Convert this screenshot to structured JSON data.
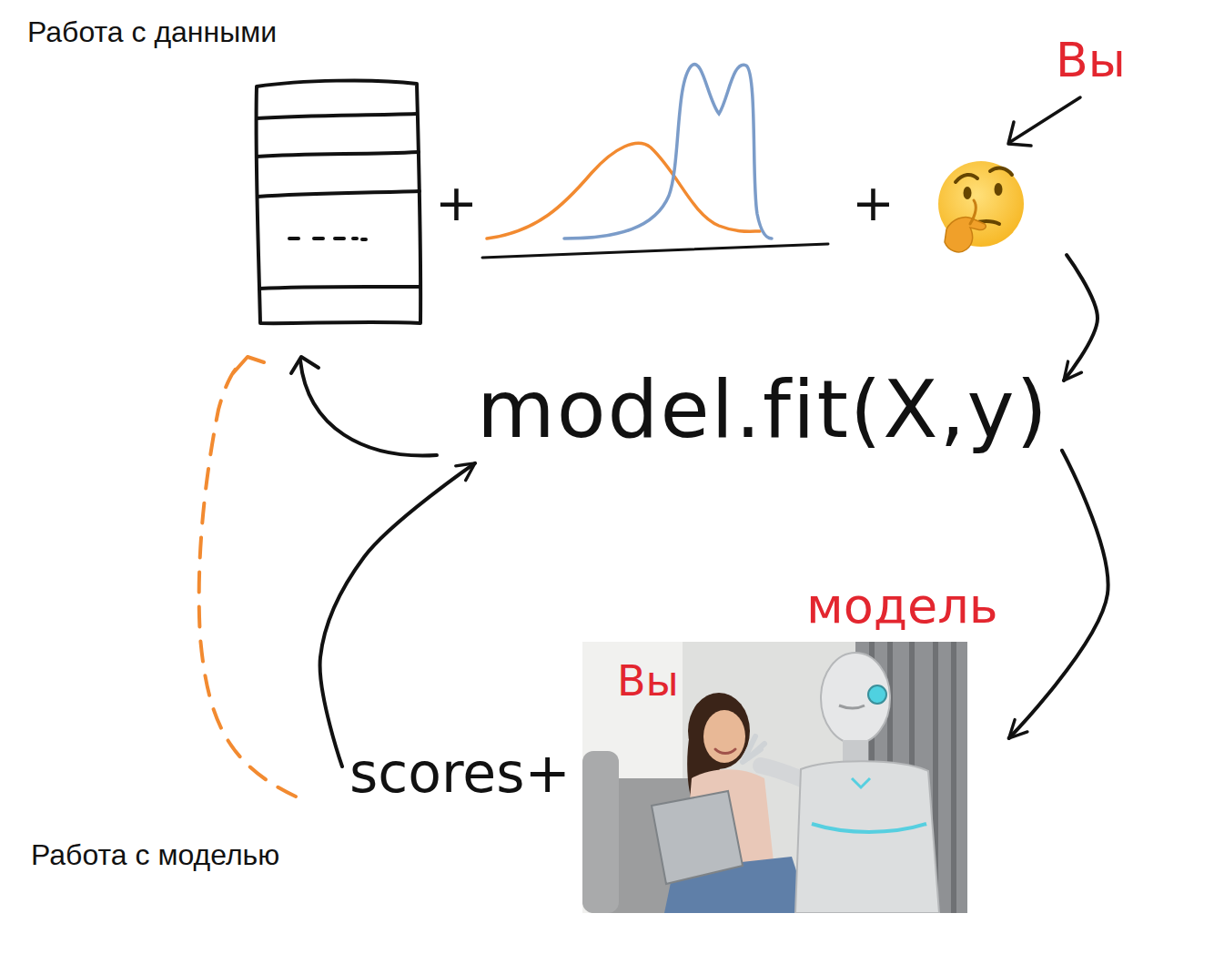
{
  "diagram": {
    "nodes": [
      {
        "text": [
          "Вы"
        ]
      },
      {
        "text": [
          "model.fit(X,y)"
        ]
      },
      {
        "text": [
          "модель",
          "Вы"
        ]
      },
      {
        "text": [
          "scores+"
        ]
      }
    ],
    "edges": [
      {
        "from": 0,
        "to": 1,
        "arrow": "to"
      },
      {
        "from": 1,
        "to": 2,
        "arrow": "to"
      },
      {
        "from": 3,
        "to": 1,
        "arrow": "to"
      }
    ],
    "labels": [
      "Работа с данными",
      "+",
      "+",
      "Работа с моделью"
    ]
  }
}
